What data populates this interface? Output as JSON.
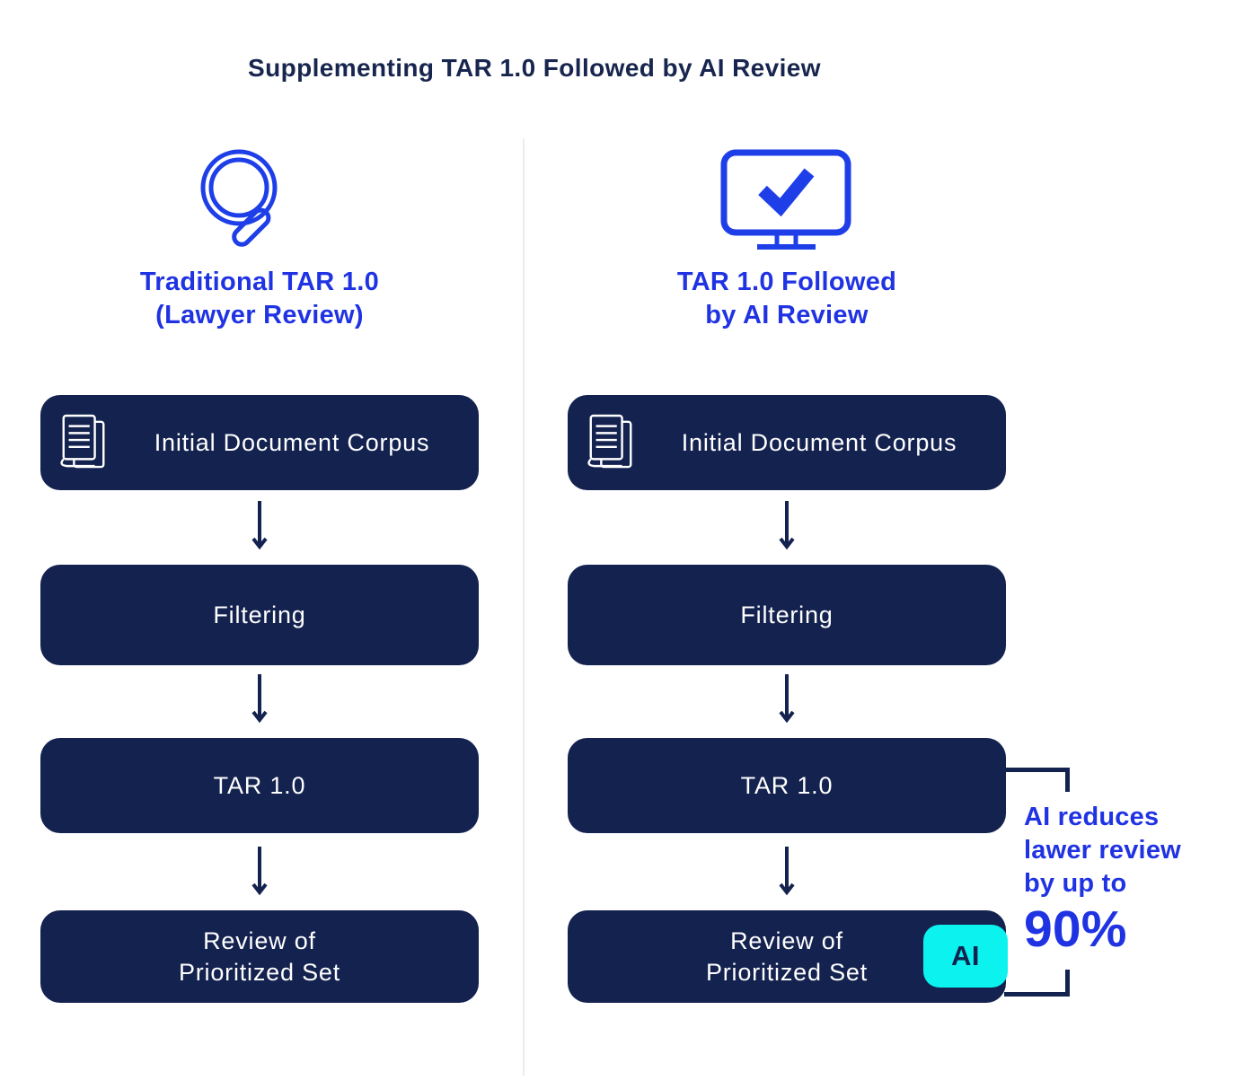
{
  "title": "Supplementing TAR 1.0 Followed by AI Review",
  "columns": {
    "traditional": {
      "icon": "magnifying-glass",
      "heading_line1": "Traditional TAR 1.0",
      "heading_line2": "(Lawyer Review)",
      "steps": {
        "corpus": "Initial Document Corpus",
        "filtering": "Filtering",
        "tar": "TAR 1.0",
        "review": "Review of\nPrioritized Set"
      }
    },
    "ai_review": {
      "icon": "monitor-checkmark",
      "heading_line1": "TAR 1.0 Followed",
      "heading_line2": "by AI Review",
      "steps": {
        "corpus": "Initial Document Corpus",
        "filtering": "Filtering",
        "tar": "TAR 1.0",
        "review": "Review of\nPrioritized Set"
      },
      "ai_badge_label": "AI"
    }
  },
  "annotation": {
    "line1": "AI reduces",
    "line2": "lawer review",
    "line3": "by up to",
    "value": "90%"
  },
  "colors": {
    "navy": "#14224F",
    "blue": "#2033E3",
    "icon_blue": "#1E3FE8",
    "cyan": "#0BF2EF",
    "divider": "#ECECEC"
  }
}
